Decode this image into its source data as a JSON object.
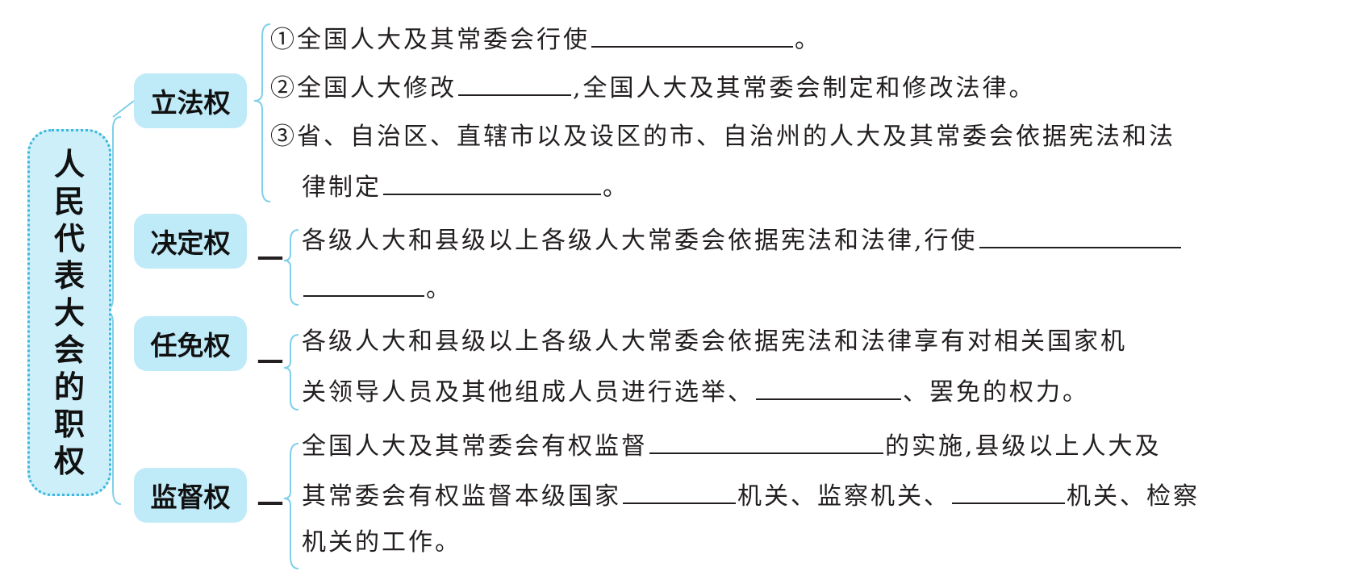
{
  "root": {
    "chars": [
      "人",
      "民",
      "代",
      "表",
      "大",
      "会",
      "的",
      "职",
      "权"
    ]
  },
  "colors": {
    "node_bg": "#bfeaf8",
    "root_bg": "#cdeffa",
    "connector": "#3bb7dc"
  },
  "branches": {
    "legislative": {
      "label": "立法权",
      "lines": {
        "l1_a": "①全国人大及其常委会行使",
        "l1_b": "。",
        "l2_a": "②全国人大修改",
        "l2_b": ",全国人大及其常委会制定和修改法律。",
        "l3_a": "③省、自治区、直辖市以及设区的市、自治州的人大及其常委会依据宪法和法",
        "l4_a": "律制定",
        "l4_b": "。"
      }
    },
    "decision": {
      "label": "决定权",
      "dash": "—",
      "lines": {
        "l1_a": "各级人大和县级以上各级人大常委会依据宪法和法律,行使",
        "l2_b": "。"
      }
    },
    "appointment": {
      "label": "任免权",
      "dash": "—",
      "lines": {
        "l1_a": "各级人大和县级以上各级人大常委会依据宪法和法律享有对相关国家机",
        "l2_a": "关领导人员及其他组成人员进行选举、",
        "l2_b": "、罢免的权力。"
      }
    },
    "supervision": {
      "label": "监督权",
      "dash": "—",
      "lines": {
        "l1_a": "全国人大及其常委会有权监督",
        "l1_b": "的实施,县级以上人大及",
        "l2_a": "其常委会有权监督本级国家",
        "l2_b": "机关、监察机关、",
        "l2_c": "机关、检察",
        "l3_a": "机关的工作。"
      }
    }
  }
}
